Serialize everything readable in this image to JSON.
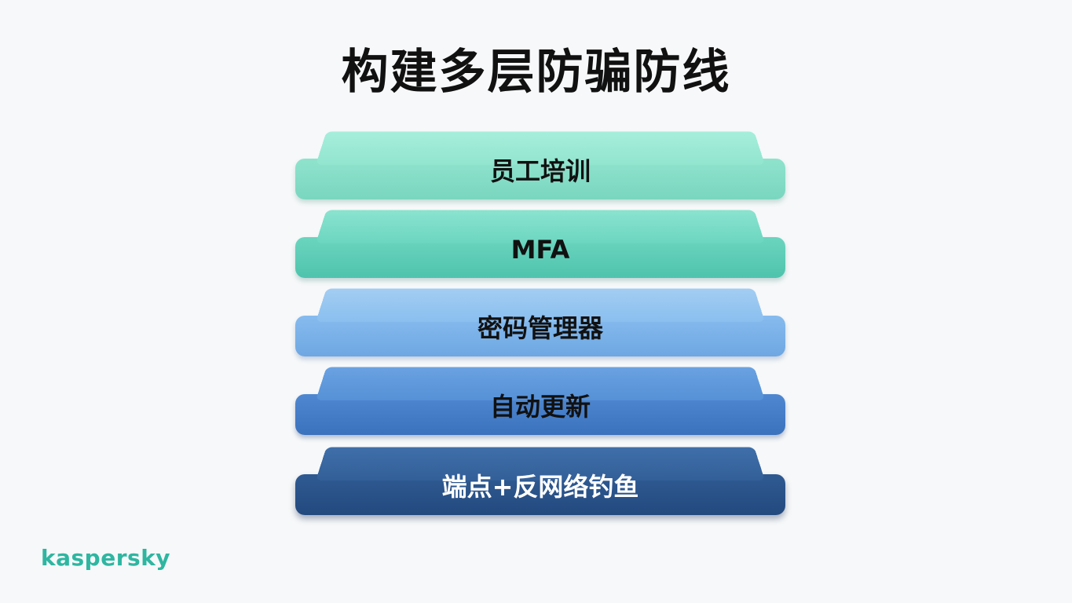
{
  "title": "构建多层防骗防线",
  "layers": [
    {
      "label": "员工培训",
      "color": "#92e5d0"
    },
    {
      "label": "MFA",
      "color": "#6cd6c0"
    },
    {
      "label": "密码管理器",
      "color": "#8abfef"
    },
    {
      "label": "自动更新",
      "color": "#5691d6"
    },
    {
      "label": "端点+反网络钓鱼",
      "color": "#335f98"
    }
  ],
  "brand": {
    "name": "kaspersky",
    "color": "#2eb6a1"
  }
}
